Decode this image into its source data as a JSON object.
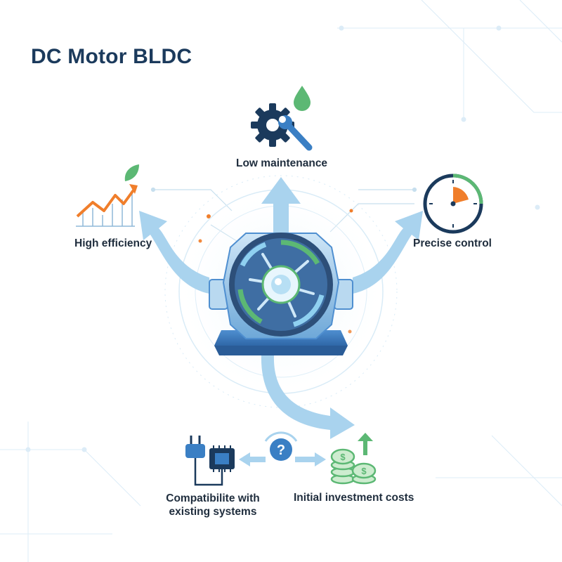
{
  "header": {
    "title": "DC Motor BLDC"
  },
  "benefits": {
    "top": {
      "label": "Low maintenance",
      "icon": "gear-wrench-icon"
    },
    "left": {
      "label": "High efficiency",
      "icon": "growth-chart-icon"
    },
    "right": {
      "label": "Precise control",
      "icon": "gauge-icon"
    }
  },
  "drawbacks": {
    "compat": {
      "line1": "Compatibilite with",
      "line2": "existing systems",
      "icon": "plug-circuit-icon"
    },
    "cost": {
      "label": "Initial investment costs",
      "icon": "coin-stack-icon"
    },
    "link_icon": "question-icon",
    "link_symbol": "?",
    "currency_symbol": "$"
  },
  "colors": {
    "navy": "#1b3a5c",
    "arrow": "#a9d3ee",
    "green": "#5cb874",
    "orange": "#f07e2b",
    "blue": "#3a7fc4"
  }
}
